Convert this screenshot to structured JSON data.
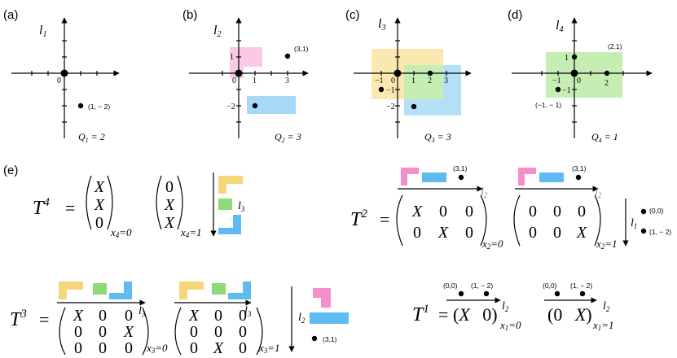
{
  "colors": {
    "pink": "#f9c9e6",
    "blue": "#a8d9f6",
    "yellow": "#fbe6a8",
    "green": "#c6eeb3",
    "pink_strong": "#f58fca",
    "blue_strong": "#5fbbf0",
    "yellow_strong": "#f5d77a",
    "green_strong": "#8fd97a"
  },
  "panels": [
    {
      "tag": "(a)",
      "axis_letter": "l",
      "axis_sub": "1",
      "q_letter": "Q",
      "q_sub": "1",
      "q_val": "= 2",
      "zero": "0",
      "pt1": "(1, − 2)"
    },
    {
      "tag": "(b)",
      "axis_letter": "l",
      "axis_sub": "2",
      "q_letter": "Q",
      "q_sub": "2",
      "q_val": "= 3",
      "zero": "0",
      "t1": "1",
      "t3": "3",
      "t_1": "1",
      "t_m2": "−2",
      "pt1": "(3,1)"
    },
    {
      "tag": "(c)",
      "axis_letter": "l",
      "axis_sub": "3",
      "q_letter": "Q",
      "q_sub": "3",
      "q_val": "= 3",
      "zero": "0",
      "tm1": "−1",
      "t1": "1",
      "t2": "2",
      "t3": "3",
      "tym1": "−1",
      "tym2": "−2"
    },
    {
      "tag": "(d)",
      "axis_letter": "l",
      "axis_sub": "4",
      "q_letter": "Q",
      "q_sub": "4",
      "q_val": "= 1",
      "zero": "0",
      "tm1": "−1",
      "t2": "2",
      "ty1": "1",
      "tym1": "−1",
      "pt1": "(2,1)",
      "pt2": "(−1, − 1)"
    }
  ],
  "e": {
    "tag": "(e)",
    "T": "T",
    "X": "X",
    "zero": "0",
    "eq": "=",
    "T4_sup": "4",
    "T3_sup": "3",
    "T2_sup": "2",
    "T1_sup": "1",
    "x4_0": "x",
    "x4_0_sub": "4",
    "x4_0_val": "=0",
    "x4_1_val": "=1",
    "x3_sub": "3",
    "x2_sub": "2",
    "x1_sub": "1",
    "l": "l",
    "l2": "2",
    "l3": "3",
    "l1": "1",
    "pt31": "(3,1)",
    "pt00": "(0,0)",
    "pt1m2": "(1, − 2)"
  }
}
